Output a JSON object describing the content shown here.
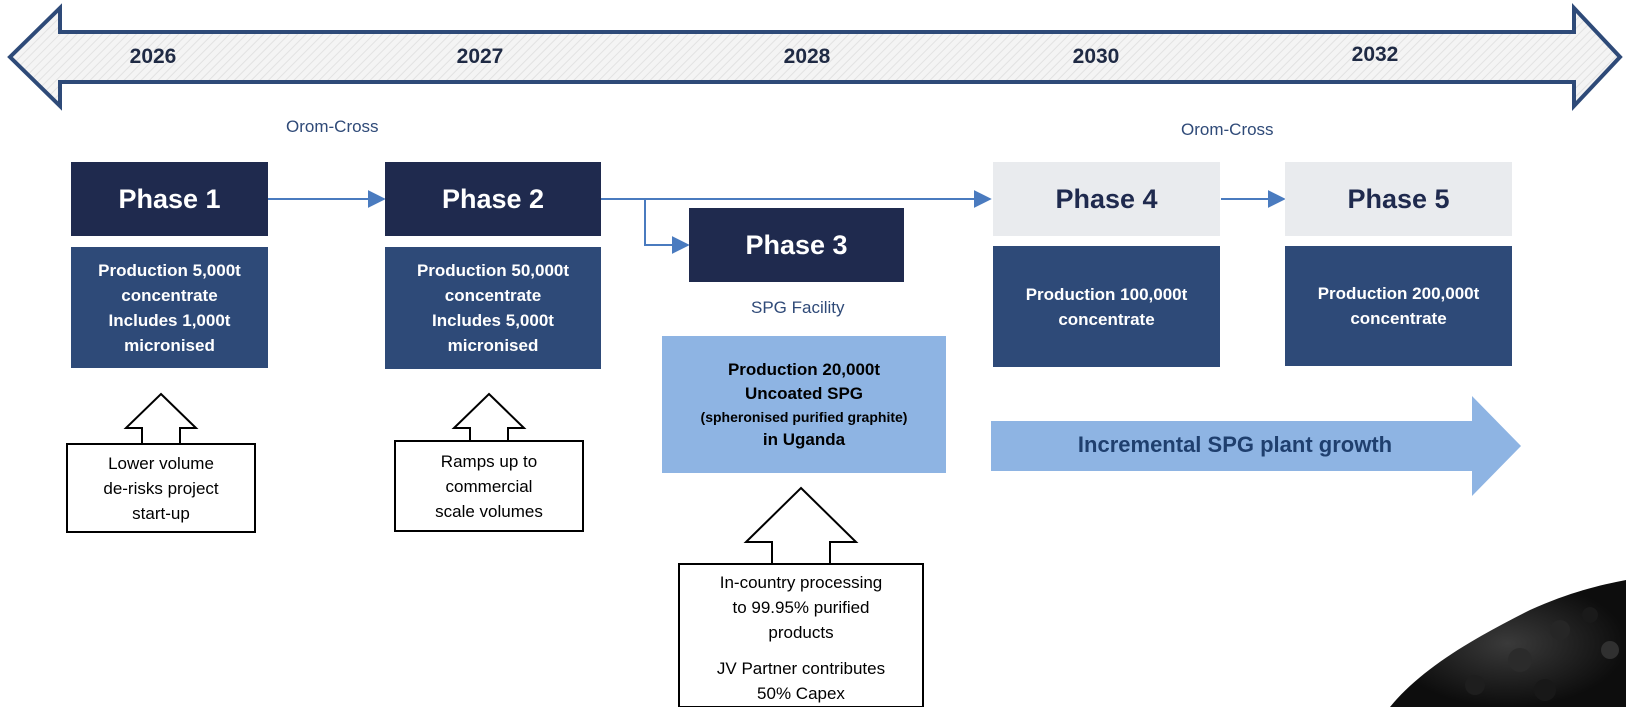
{
  "timeline": {
    "years": [
      "2026",
      "2027",
      "2028",
      "2030",
      "2032"
    ]
  },
  "locations": {
    "left": "Orom-Cross",
    "right": "Orom-Cross"
  },
  "phases": [
    {
      "label": "Phase 1",
      "production": "Production 5,000t\nconcentrate\nIncludes 1,000t\nmicronised"
    },
    {
      "label": "Phase 2",
      "production": "Production 50,000t\nconcentrate\nIncludes 5,000t\nmicronised"
    },
    {
      "label": "Phase 3",
      "facility": "SPG Facility",
      "production_line1": "Production 20,000t",
      "production_line2": "Uncoated SPG",
      "production_line3": "(spheronised purified graphite)",
      "production_line4": "in Uganda"
    },
    {
      "label": "Phase 4",
      "production": "Production 100,000t\nconcentrate"
    },
    {
      "label": "Phase 5",
      "production": "Production 200,000t\nconcentrate"
    }
  ],
  "notes": {
    "phase1": "Lower volume\nde-risks project\nstart-up",
    "phase2": "Ramps up to\ncommercial\nscale volumes",
    "phase3_line1": "In-country processing\nto 99.95% purified\nproducts",
    "phase3_line2": "JV Partner contributes\n50% Capex"
  },
  "growth_arrow": "Incremental SPG plant growth",
  "colors": {
    "dark_navy": "#1f2a4e",
    "production_blue": "#2e4a78",
    "light_blue": "#8eb4e3",
    "connector_blue": "#4a7bbf"
  }
}
